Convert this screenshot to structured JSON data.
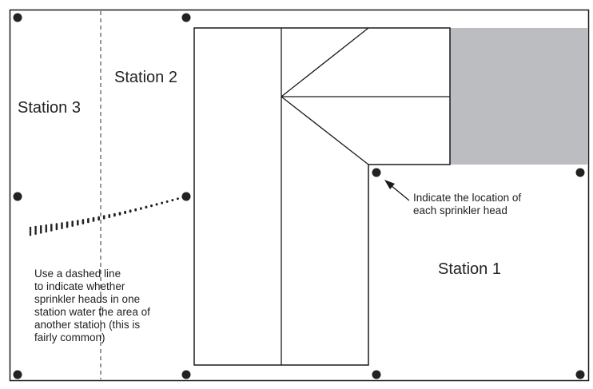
{
  "stations": {
    "station_1": "Station 1",
    "station_2": "Station 2",
    "station_3": "Station 3"
  },
  "annotations": {
    "sprinkler_note": [
      "Indicate the location of",
      "each sprinkler head"
    ],
    "dashed_note": [
      "Use a dashed line",
      "to indicate whether",
      "sprinkler heads in one",
      "station water the area of",
      "another station (this is",
      "fairly common)"
    ]
  },
  "colors": {
    "outline": "#1a1a1a",
    "shaded_area": "#bcbdc0",
    "sprinkler": "#222222",
    "background": "#ffffff"
  },
  "icons": {
    "sprinkler": "filled-circle",
    "spray": "dotted-fan",
    "arrow": "arrowhead"
  }
}
